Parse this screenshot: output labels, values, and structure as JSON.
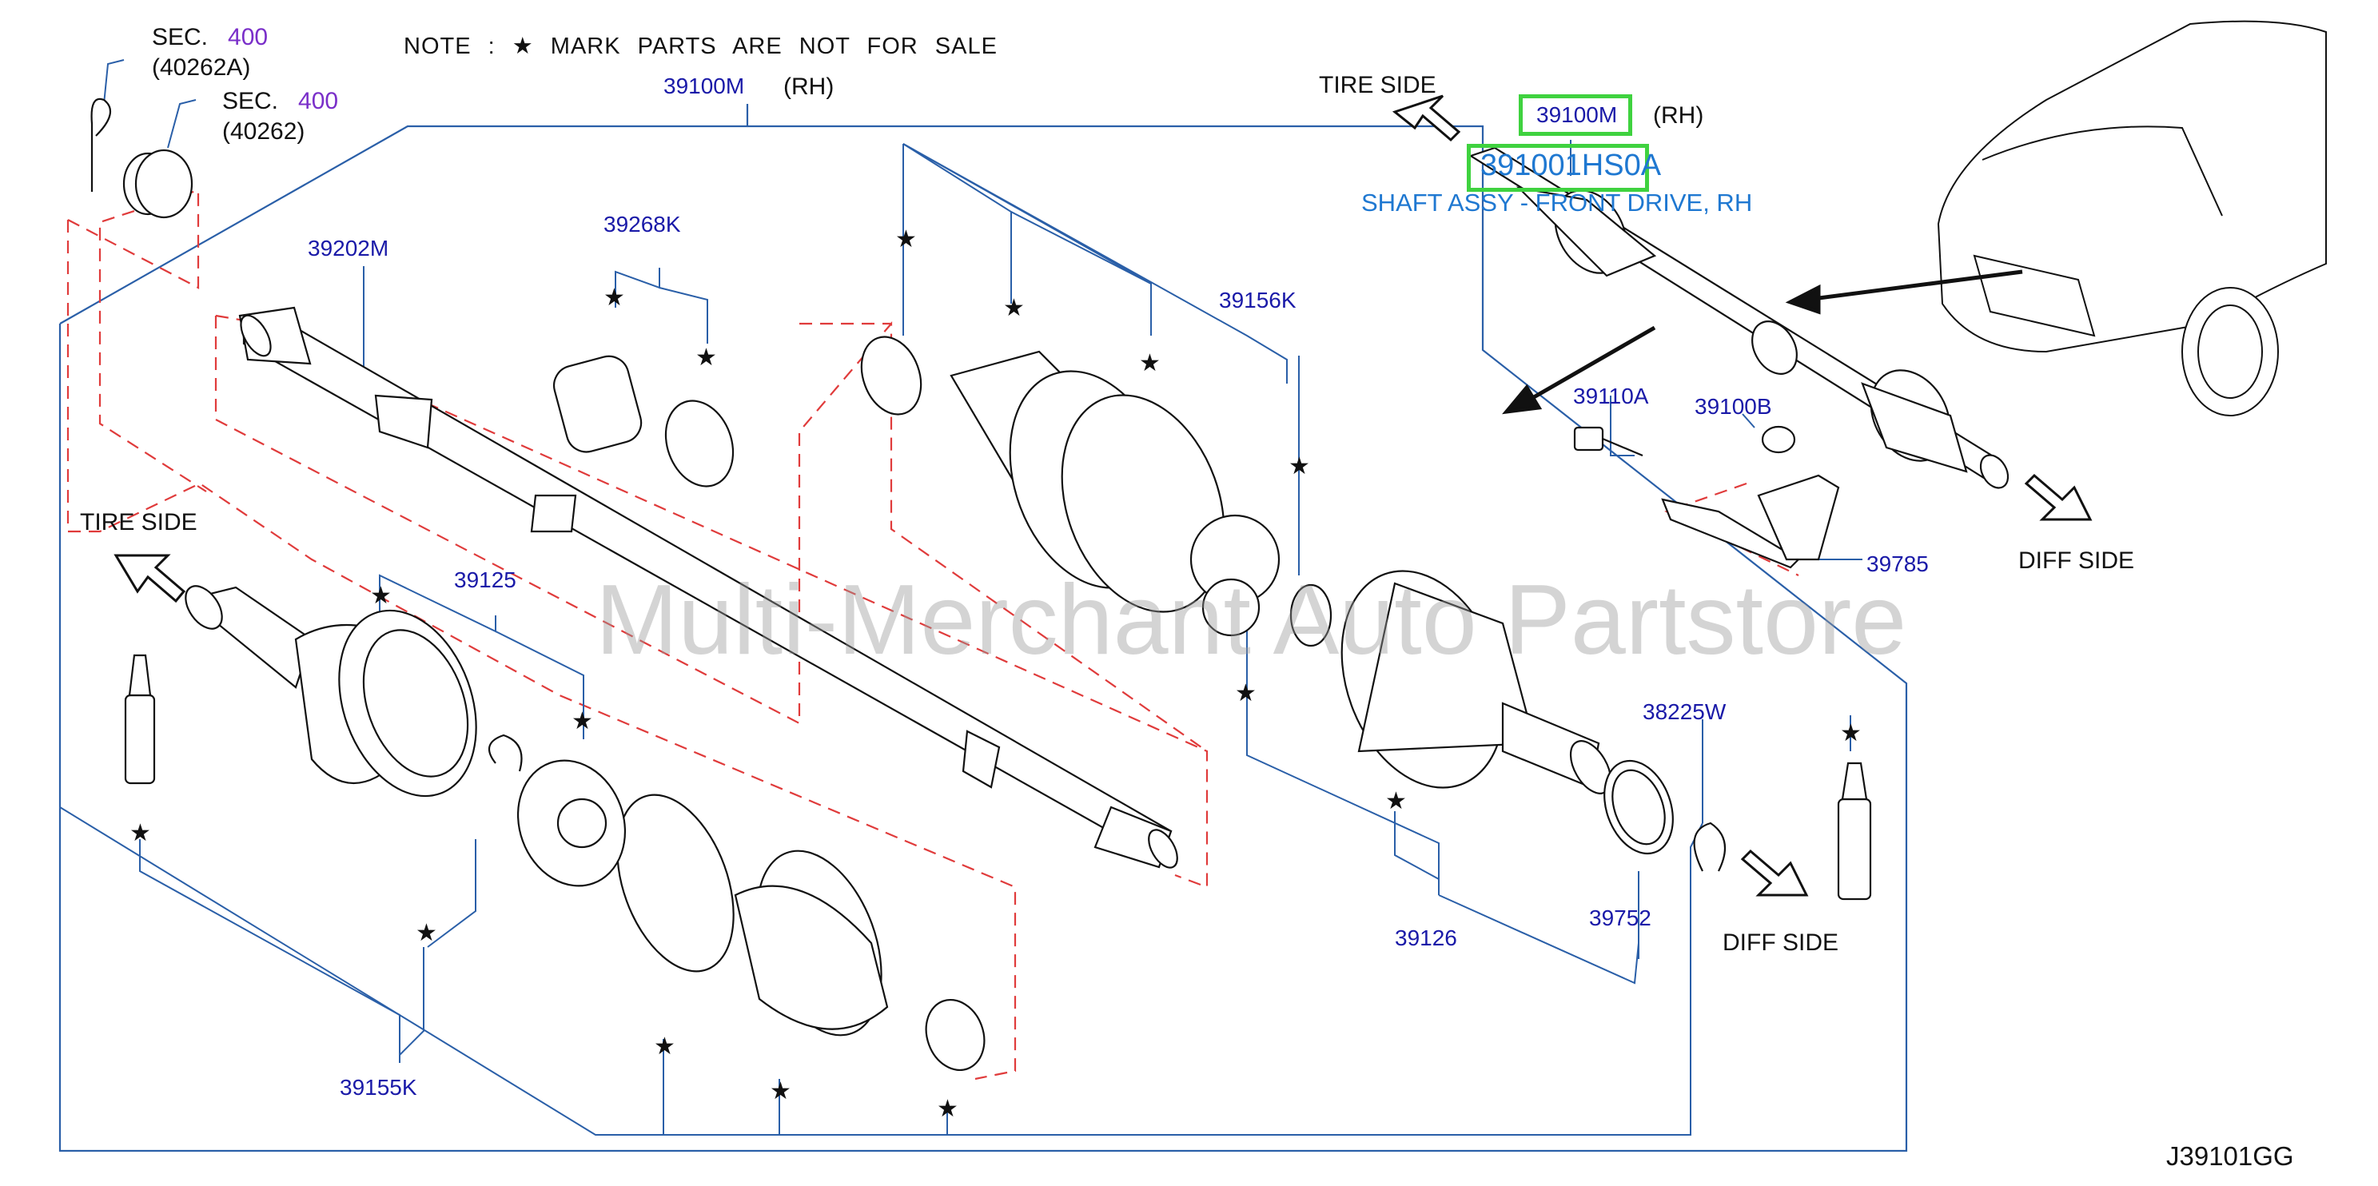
{
  "note": "NOTE  :  ★  MARK  PARTS  ARE  NOT  FOR  SALE",
  "star": "★",
  "watermark": "Multi-Merchant Auto Partstore",
  "diagram_code": "J39101GG",
  "sec_label": "SEC.",
  "sec_a": {
    "num": "400",
    "ref": "(40262A)"
  },
  "sec_b": {
    "num": "400",
    "ref": "(40262)"
  },
  "tire_side": "TIRE   SIDE",
  "diff_side": "DIFF   SIDE",
  "rh": "(RH)",
  "highlight": {
    "assembly": "39100M",
    "part_number": "391001HS0A",
    "description": "SHAFT ASSY - FRONT DRIVE, RH"
  },
  "parts": {
    "p39100M": "39100M",
    "p39202M": "39202M",
    "p39268K": "39268K",
    "p39156K": "39156K",
    "p39110A": "39110A",
    "p39100B": "39100B",
    "p39785": "39785",
    "p39125": "39125",
    "p38225W": "38225W",
    "p39126": "39126",
    "p39752": "39752",
    "p39155K": "39155K"
  }
}
